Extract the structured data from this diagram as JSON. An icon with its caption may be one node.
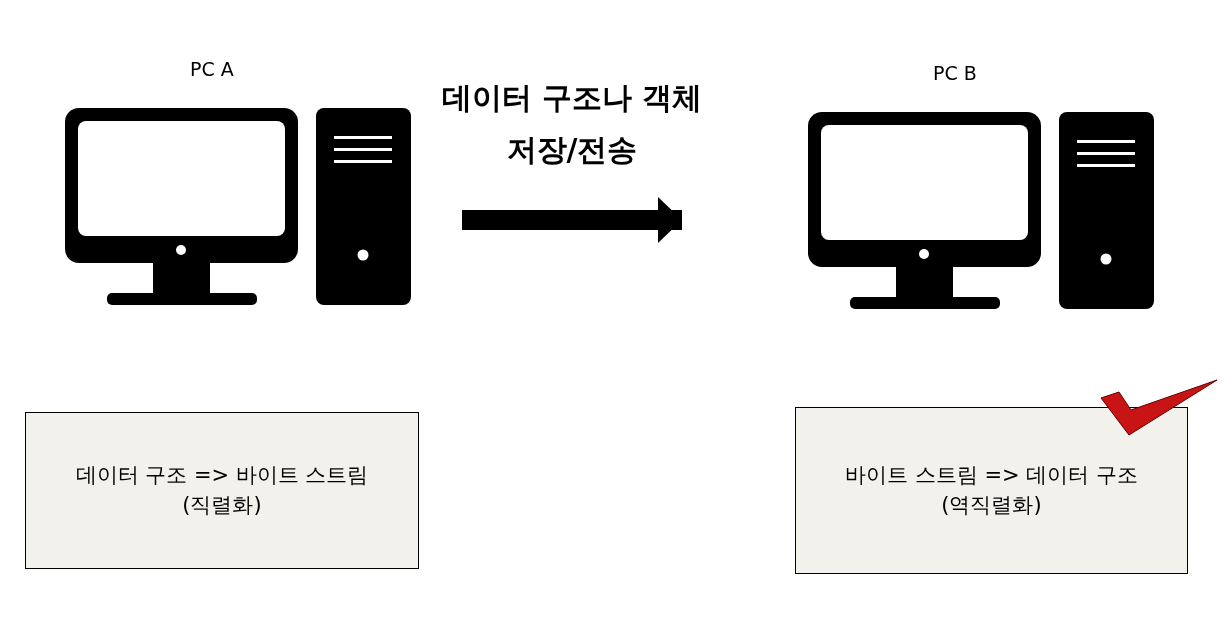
{
  "diagram": {
    "nodes": [
      {
        "text": [
          "PC A"
        ]
      },
      {
        "text": [
          "PC B"
        ]
      },
      {
        "text": [
          "데이터 구조 => 바이트 스트림 (직렬화)"
        ]
      },
      {
        "text": [
          "바이트 스트림 => 데이터 구조 (역직렬화)"
        ]
      }
    ],
    "edges": [
      {
        "from": 0,
        "to": 1,
        "arrow": "to",
        "label": "데이터 구조나 객체 저장/전송"
      }
    ]
  }
}
